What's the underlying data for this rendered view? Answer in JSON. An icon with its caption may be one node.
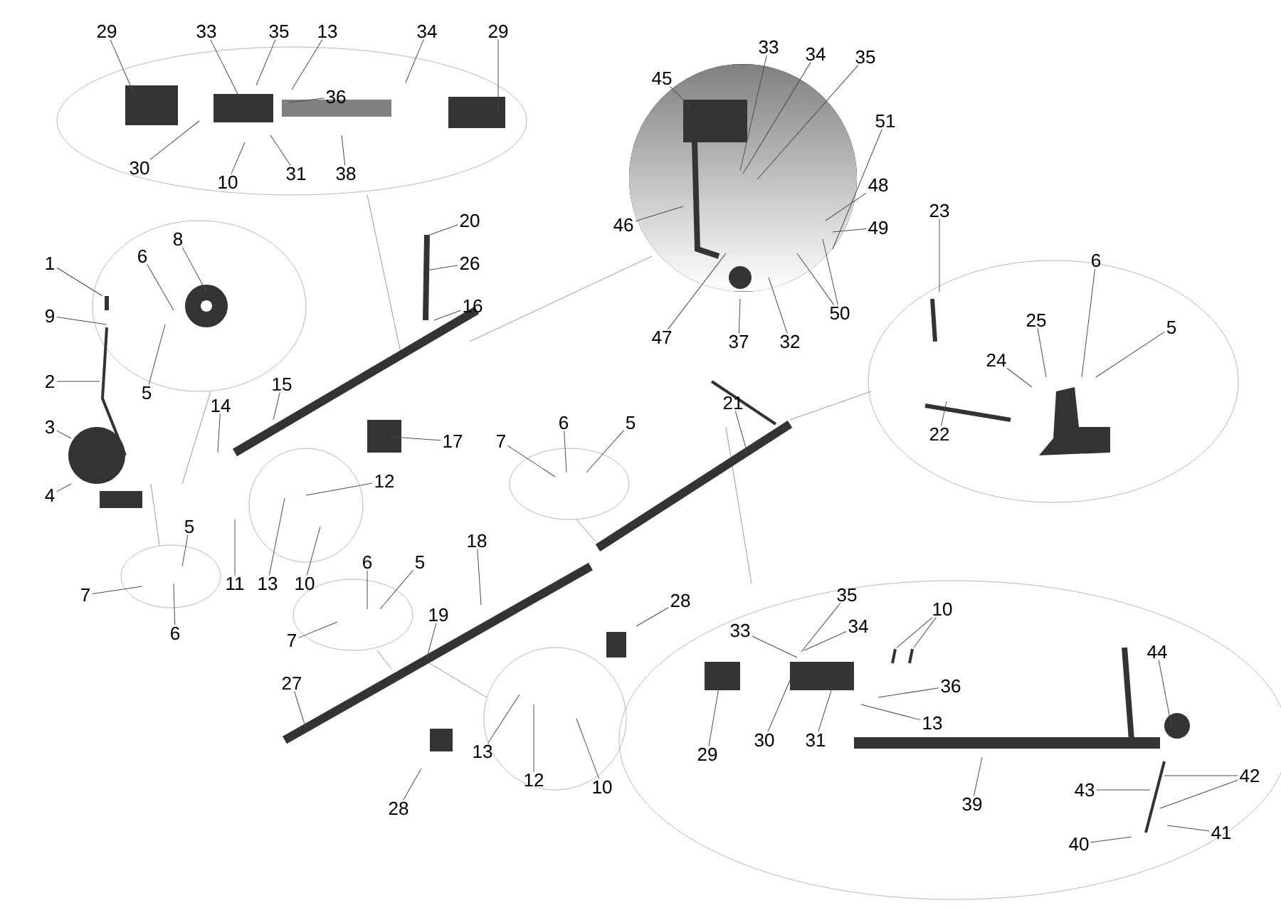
{
  "diagram": {
    "nodes": [
      {
        "text": [
          "29"
        ]
      },
      {
        "text": [
          "33"
        ]
      },
      {
        "text": [
          "35"
        ]
      },
      {
        "text": [
          "13"
        ]
      },
      {
        "text": [
          "34"
        ]
      },
      {
        "text": [
          "29"
        ]
      },
      {
        "text": [
          "36"
        ]
      },
      {
        "text": [
          "30"
        ]
      },
      {
        "text": [
          "10"
        ]
      },
      {
        "text": [
          "31"
        ]
      },
      {
        "text": [
          "38"
        ]
      },
      {
        "text": [
          "1"
        ]
      },
      {
        "text": [
          "9"
        ]
      },
      {
        "text": [
          "6"
        ]
      },
      {
        "text": [
          "8"
        ]
      },
      {
        "text": [
          "2"
        ]
      },
      {
        "text": [
          "5"
        ]
      },
      {
        "text": [
          "3"
        ]
      },
      {
        "text": [
          "4"
        ]
      },
      {
        "text": [
          "14"
        ]
      },
      {
        "text": [
          "15"
        ]
      },
      {
        "text": [
          "20"
        ]
      },
      {
        "text": [
          "26"
        ]
      },
      {
        "text": [
          "16"
        ]
      },
      {
        "text": [
          "17"
        ]
      },
      {
        "text": [
          "12"
        ]
      },
      {
        "text": [
          "11"
        ]
      },
      {
        "text": [
          "13"
        ]
      },
      {
        "text": [
          "10"
        ]
      },
      {
        "text": [
          "5"
        ]
      },
      {
        "text": [
          "7"
        ]
      },
      {
        "text": [
          "6"
        ]
      },
      {
        "text": [
          "45"
        ]
      },
      {
        "text": [
          "33"
        ]
      },
      {
        "text": [
          "34"
        ]
      },
      {
        "text": [
          "35"
        ]
      },
      {
        "text": [
          "51"
        ]
      },
      {
        "text": [
          "48"
        ]
      },
      {
        "text": [
          "49"
        ]
      },
      {
        "text": [
          "46"
        ]
      },
      {
        "text": [
          "47"
        ]
      },
      {
        "text": [
          "37"
        ]
      },
      {
        "text": [
          "32"
        ]
      },
      {
        "text": [
          "50"
        ]
      },
      {
        "text": [
          "23"
        ]
      },
      {
        "text": [
          "6"
        ]
      },
      {
        "text": [
          "25"
        ]
      },
      {
        "text": [
          "5"
        ]
      },
      {
        "text": [
          "24"
        ]
      },
      {
        "text": [
          "22"
        ]
      },
      {
        "text": [
          "21"
        ]
      },
      {
        "text": [
          "7"
        ]
      },
      {
        "text": [
          "6"
        ]
      },
      {
        "text": [
          "5"
        ]
      },
      {
        "text": [
          "18"
        ]
      },
      {
        "text": [
          "6"
        ]
      },
      {
        "text": [
          "5"
        ]
      },
      {
        "text": [
          "7"
        ]
      },
      {
        "text": [
          "19"
        ]
      },
      {
        "text": [
          "28"
        ]
      },
      {
        "text": [
          "27"
        ]
      },
      {
        "text": [
          "13"
        ]
      },
      {
        "text": [
          "12"
        ]
      },
      {
        "text": [
          "10"
        ]
      },
      {
        "text": [
          "28"
        ]
      },
      {
        "text": [
          "35"
        ]
      },
      {
        "text": [
          "33"
        ]
      },
      {
        "text": [
          "34"
        ]
      },
      {
        "text": [
          "10"
        ]
      },
      {
        "text": [
          "36"
        ]
      },
      {
        "text": [
          "29"
        ]
      },
      {
        "text": [
          "30"
        ]
      },
      {
        "text": [
          "31"
        ]
      },
      {
        "text": [
          "13"
        ]
      },
      {
        "text": [
          "39"
        ]
      },
      {
        "text": [
          "44"
        ]
      },
      {
        "text": [
          "42"
        ]
      },
      {
        "text": [
          "43"
        ]
      },
      {
        "text": [
          "41"
        ]
      },
      {
        "text": [
          "40"
        ]
      }
    ],
    "edges": [
      {
        "from": 0,
        "to": null,
        "arrow": "none"
      },
      {
        "from": 1,
        "to": null,
        "arrow": "none"
      },
      {
        "from": 2,
        "to": null,
        "arrow": "none"
      },
      {
        "from": 3,
        "to": null,
        "arrow": "none"
      },
      {
        "from": 4,
        "to": null,
        "arrow": "none"
      },
      {
        "from": 5,
        "to": null,
        "arrow": "none"
      },
      {
        "from": 6,
        "to": null,
        "arrow": "none"
      },
      {
        "from": 7,
        "to": null,
        "arrow": "none"
      },
      {
        "from": 8,
        "to": null,
        "arrow": "none"
      },
      {
        "from": 9,
        "to": null,
        "arrow": "none"
      },
      {
        "from": 10,
        "to": null,
        "arrow": "none"
      },
      {
        "from": 11,
        "to": null,
        "arrow": "none"
      },
      {
        "from": 12,
        "to": null,
        "arrow": "none"
      },
      {
        "from": 13,
        "to": null,
        "arrow": "none"
      },
      {
        "from": 14,
        "to": null,
        "arrow": "none"
      },
      {
        "from": 15,
        "to": null,
        "arrow": "none"
      },
      {
        "from": 16,
        "to": null,
        "arrow": "none"
      },
      {
        "from": 17,
        "to": null,
        "arrow": "none"
      },
      {
        "from": 18,
        "to": null,
        "arrow": "none"
      },
      {
        "from": 19,
        "to": null,
        "arrow": "none"
      },
      {
        "from": 20,
        "to": null,
        "arrow": "none"
      },
      {
        "from": 21,
        "to": null,
        "arrow": "none"
      },
      {
        "from": 22,
        "to": null,
        "arrow": "none"
      },
      {
        "from": 23,
        "to": null,
        "arrow": "none"
      },
      {
        "from": 24,
        "to": null,
        "arrow": "none"
      },
      {
        "from": 25,
        "to": null,
        "arrow": "none"
      },
      {
        "from": 26,
        "to": null,
        "arrow": "none"
      },
      {
        "from": 27,
        "to": null,
        "arrow": "none"
      },
      {
        "from": 28,
        "to": null,
        "arrow": "none"
      },
      {
        "from": 29,
        "to": null,
        "arrow": "none"
      },
      {
        "from": 30,
        "to": null,
        "arrow": "none"
      },
      {
        "from": 31,
        "to": null,
        "arrow": "none"
      },
      {
        "from": 32,
        "to": null,
        "arrow": "none"
      },
      {
        "from": 33,
        "to": null,
        "arrow": "none"
      },
      {
        "from": 34,
        "to": null,
        "arrow": "none"
      },
      {
        "from": 35,
        "to": null,
        "arrow": "none"
      },
      {
        "from": 36,
        "to": null,
        "arrow": "none"
      },
      {
        "from": 37,
        "to": null,
        "arrow": "none"
      },
      {
        "from": 38,
        "to": null,
        "arrow": "none"
      },
      {
        "from": 39,
        "to": null,
        "arrow": "none"
      },
      {
        "from": 40,
        "to": null,
        "arrow": "none"
      },
      {
        "from": 41,
        "to": null,
        "arrow": "none"
      },
      {
        "from": 42,
        "to": null,
        "arrow": "none"
      },
      {
        "from": 43,
        "to": null,
        "arrow": "none"
      },
      {
        "from": 43,
        "to": null,
        "arrow": "none"
      },
      {
        "from": 44,
        "to": null,
        "arrow": "none"
      },
      {
        "from": 45,
        "to": null,
        "arrow": "none"
      },
      {
        "from": 46,
        "to": null,
        "arrow": "none"
      },
      {
        "from": 47,
        "to": null,
        "arrow": "none"
      },
      {
        "from": 48,
        "to": null,
        "arrow": "none"
      },
      {
        "from": 49,
        "to": null,
        "arrow": "none"
      },
      {
        "from": 50,
        "to": null,
        "arrow": "none"
      },
      {
        "from": 51,
        "to": null,
        "arrow": "none"
      },
      {
        "from": 52,
        "to": null,
        "arrow": "none"
      },
      {
        "from": 53,
        "to": null,
        "arrow": "none"
      },
      {
        "from": 54,
        "to": null,
        "arrow": "none"
      },
      {
        "from": 55,
        "to": null,
        "arrow": "none"
      },
      {
        "from": 56,
        "to": null,
        "arrow": "none"
      },
      {
        "from": 57,
        "to": null,
        "arrow": "none"
      },
      {
        "from": 58,
        "to": null,
        "arrow": "none"
      },
      {
        "from": 59,
        "to": null,
        "arrow": "none"
      },
      {
        "from": 60,
        "to": null,
        "arrow": "none"
      },
      {
        "from": 61,
        "to": null,
        "arrow": "none"
      },
      {
        "from": 62,
        "to": null,
        "arrow": "none"
      },
      {
        "from": 63,
        "to": null,
        "arrow": "none"
      },
      {
        "from": 64,
        "to": null,
        "arrow": "none"
      },
      {
        "from": 65,
        "to": null,
        "arrow": "none"
      },
      {
        "from": 66,
        "to": null,
        "arrow": "none"
      },
      {
        "from": 67,
        "to": null,
        "arrow": "none"
      },
      {
        "from": 68,
        "to": null,
        "arrow": "none"
      },
      {
        "from": 68,
        "to": null,
        "arrow": "none"
      },
      {
        "from": 69,
        "to": null,
        "arrow": "none"
      },
      {
        "from": 70,
        "to": null,
        "arrow": "none"
      },
      {
        "from": 71,
        "to": null,
        "arrow": "none"
      },
      {
        "from": 72,
        "to": null,
        "arrow": "none"
      },
      {
        "from": 73,
        "to": null,
        "arrow": "none"
      },
      {
        "from": 74,
        "to": null,
        "arrow": "none"
      },
      {
        "from": 75,
        "to": null,
        "arrow": "none"
      },
      {
        "from": 76,
        "to": null,
        "arrow": "none"
      },
      {
        "from": 76,
        "to": null,
        "arrow": "none"
      },
      {
        "from": 77,
        "to": null,
        "arrow": "none"
      },
      {
        "from": 78,
        "to": null,
        "arrow": "none"
      },
      {
        "from": 79,
        "to": null,
        "arrow": "none"
      }
    ]
  }
}
